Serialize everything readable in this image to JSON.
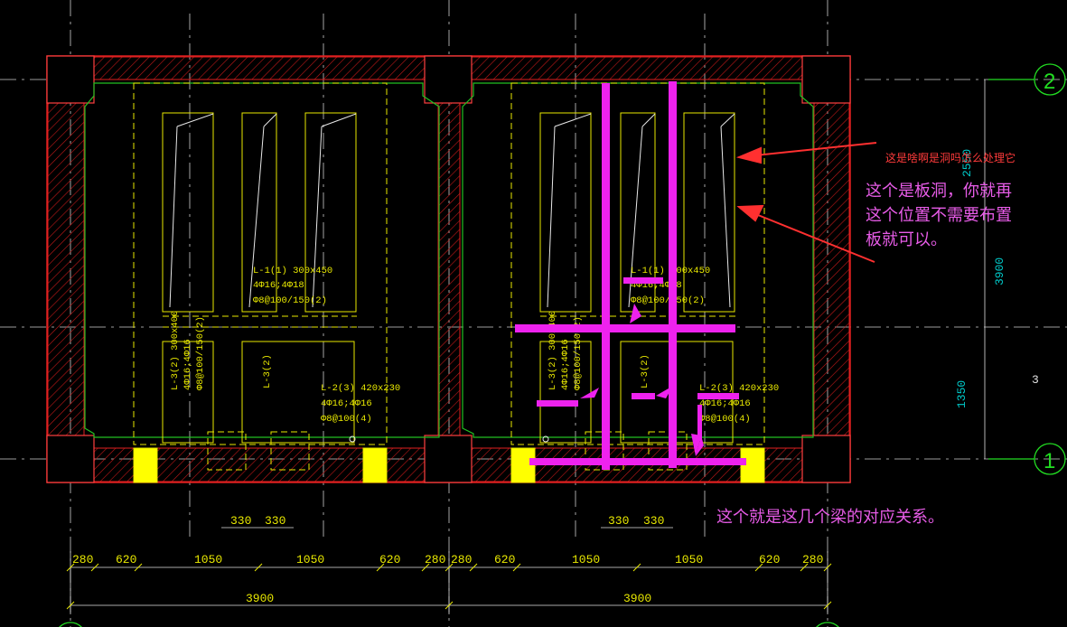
{
  "annotations": {
    "question": "这是啥啊是洞吗怎么处理它",
    "answer_line1": "这个是板洞，你就再",
    "answer_line2": "这个位置不需要布置",
    "answer_line3": "板就可以。",
    "relation": "这个就是这几个梁的对应关系。"
  },
  "axis_labels": {
    "top": "2",
    "bottom": "1"
  },
  "beam_labels": {
    "l1_left": [
      "L-1(1) 300x450",
      "4Φ16;4Φ18",
      "Φ8@100/150(2)"
    ],
    "l1_right": [
      "L-1(1) 300x450",
      "4Φ16;4Φ18",
      "Φ8@100/150(2)"
    ],
    "l3_left": [
      "L-3(2) 300x400",
      "4Φ16;4Φ16",
      "Φ8@100/150(2)"
    ],
    "l3_right": [
      "L-3(2) 300x400",
      "4Φ16;4Φ16",
      "Φ8@100/150(2)"
    ],
    "l3_small_left": "L-3(2)",
    "l3_small_right": "L-3(2)",
    "l2_left": [
      "L-2(3) 420x230",
      "4Φ16;4Φ16",
      "Φ8@100(4)"
    ],
    "l2_right": [
      "L-2(3) 420x230",
      "4Φ16;4Φ16",
      "Φ8@100(4)"
    ]
  },
  "dimensions": {
    "small_left": [
      "330",
      "330"
    ],
    "small_right": [
      "330",
      "330"
    ],
    "row_left": [
      "280",
      "620",
      "1050",
      "1050",
      "620",
      "280"
    ],
    "row_right": [
      "280",
      "620",
      "1050",
      "1050",
      "620",
      "280"
    ],
    "total_left": "3900",
    "total_right": "3900",
    "right_vertical": [
      "3900",
      "1350"
    ],
    "right_side_small": [
      "3",
      "2550"
    ]
  },
  "colors": {
    "wall_red": "#e02020",
    "slab_green": "#22c022",
    "beam_yellow": "#e8e800",
    "highlight_magenta": "#ee22ee",
    "annotation_red": "#ff3b3b",
    "dim_cyan": "#00c8c8",
    "axis_green": "#22dd22",
    "column_fill": "#ffff00"
  }
}
